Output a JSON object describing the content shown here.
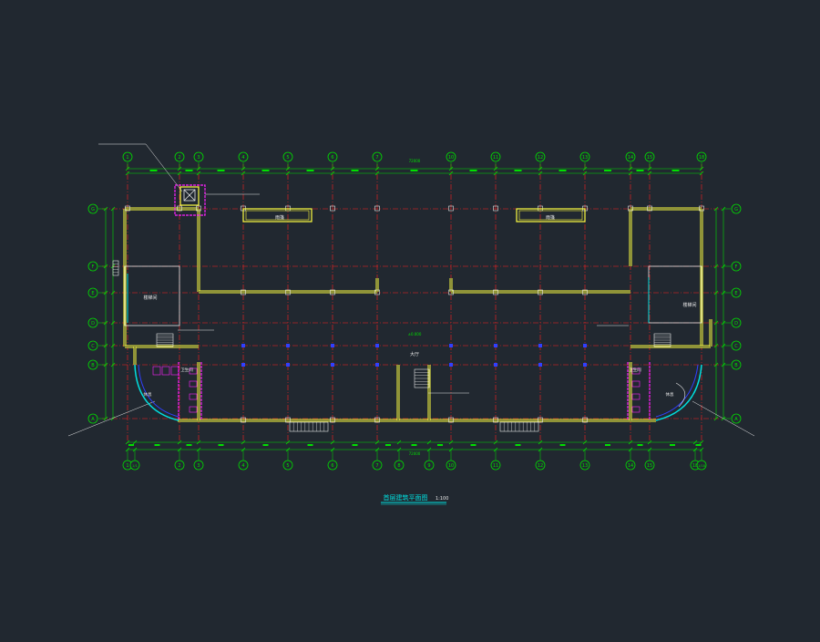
{
  "drawing": {
    "title": "首层建筑平面图",
    "scale": "1:100",
    "axes_top": [
      "1",
      "2",
      "3",
      "4",
      "5",
      "6",
      "7",
      "10",
      "11",
      "12",
      "13",
      "14",
      "15",
      "18"
    ],
    "axes_bottom": [
      "1",
      "1/1",
      "2",
      "3",
      "4",
      "5",
      "6",
      "7",
      "8",
      "9",
      "10",
      "11",
      "12",
      "13",
      "14",
      "15",
      "18",
      "1/18"
    ],
    "axes_left": [
      "G",
      "F",
      "E",
      "D",
      "C",
      "B",
      "A"
    ],
    "axes_right": [
      "G",
      "F",
      "E",
      "D",
      "C",
      "B",
      "A"
    ],
    "room_labels": {
      "top_left_box": "雨篷",
      "top_right_box": "雨篷",
      "left_room": "楼梯间",
      "right_room": "楼梯间",
      "hall": "大厅",
      "left_wc": "卫生间",
      "right_wc": "卫生间",
      "left_lounge": "休息",
      "right_lounge": "休息"
    },
    "dimension_overall": "72000",
    "elevation": "±0.000",
    "colors": {
      "background": "#212830",
      "axis_line": "#ff2020",
      "dimension": "#00e000",
      "wall": "#ffff40",
      "magenta": "#ff20ff",
      "cyan": "#00e0e0",
      "blue": "#3040ff",
      "white": "#e8e8e8"
    }
  }
}
